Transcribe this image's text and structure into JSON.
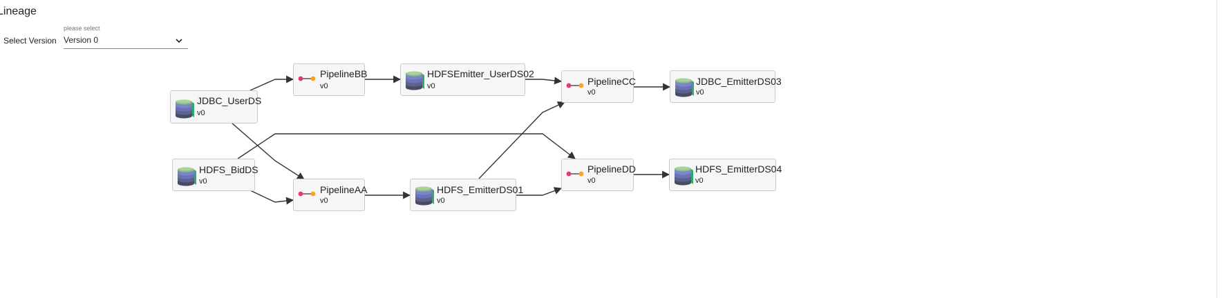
{
  "page": {
    "title": "Lineage"
  },
  "version_select": {
    "label": "Select Version",
    "hint": "please select",
    "value": "Version 0"
  },
  "nodes": {
    "jdbc_userds": {
      "name": "JDBC_UserDS",
      "version": "v0",
      "kind": "dataset"
    },
    "hdfs_bidds": {
      "name": "HDFS_BidDS",
      "version": "v0",
      "kind": "dataset"
    },
    "pipelinebb": {
      "name": "PipelineBB",
      "version": "v0",
      "kind": "pipeline"
    },
    "pipelineaa": {
      "name": "PipelineAA",
      "version": "v0",
      "kind": "pipeline"
    },
    "hdfsemitter_userds02": {
      "name": "HDFSEmitter_UserDS02",
      "version": "v0",
      "kind": "dataset"
    },
    "hdfs_emitterds01": {
      "name": "HDFS_EmitterDS01",
      "version": "v0",
      "kind": "dataset"
    },
    "pipelinecc": {
      "name": "PipelineCC",
      "version": "v0",
      "kind": "pipeline"
    },
    "pipelinedd": {
      "name": "PipelineDD",
      "version": "v0",
      "kind": "pipeline"
    },
    "jdbc_emitterds03": {
      "name": "JDBC_EmitterDS03",
      "version": "v0",
      "kind": "dataset"
    },
    "hdfs_emitterds04": {
      "name": "HDFS_EmitterDS04",
      "version": "v0",
      "kind": "dataset"
    }
  },
  "edges": [
    [
      "jdbc_userds",
      "pipelinebb"
    ],
    [
      "jdbc_userds",
      "pipelineaa"
    ],
    [
      "hdfs_bidds",
      "pipelineaa"
    ],
    [
      "hdfs_bidds",
      "pipelinedd"
    ],
    [
      "pipelinebb",
      "hdfsemitter_userds02"
    ],
    [
      "pipelineaa",
      "hdfs_emitterds01"
    ],
    [
      "hdfsemitter_userds02",
      "pipelinecc"
    ],
    [
      "hdfs_emitterds01",
      "pipelinecc"
    ],
    [
      "hdfs_emitterds01",
      "pipelinedd"
    ],
    [
      "pipelinecc",
      "jdbc_emitterds03"
    ],
    [
      "pipelinedd",
      "hdfs_emitterds04"
    ]
  ],
  "colors": {
    "node_background": "#f6f6f6",
    "node_border": "#c9c9c9",
    "edge": "#333333",
    "pipeline_source_dot": "#e5386f",
    "pipeline_target_dot": "#f5a623",
    "db_top": "#7ec87a",
    "db_side": "#2eaa6a",
    "db_body": "#6b73b8",
    "db_bottom": "#474c66"
  },
  "icons": {
    "dataset": "database-icon",
    "pipeline": "pipeline-icon",
    "select": "chevron-down-icon"
  }
}
